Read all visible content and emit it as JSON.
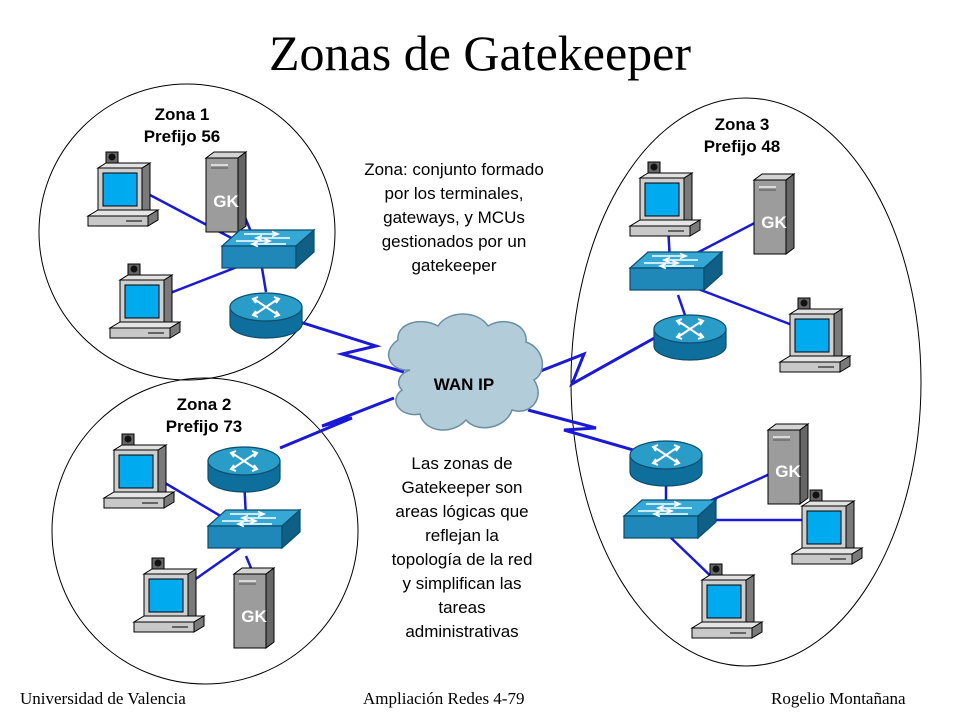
{
  "title": "Zonas de Gatekeeper",
  "zones": [
    {
      "name": "Zona 1",
      "prefix": "Prefijo 56"
    },
    {
      "name": "Zona 2",
      "prefix": "Prefijo 73"
    },
    {
      "name": "Zona 3",
      "prefix": "Prefijo 48"
    }
  ],
  "wan_label": "WAN IP",
  "gk_label": "GK",
  "note_top": [
    "Zona: conjunto formado",
    "por los terminales,",
    "gateways, y MCUs",
    "gestionados por un",
    "gatekeeper"
  ],
  "note_bottom": [
    "Las zonas de",
    "Gatekeeper son",
    "areas lógicas que",
    "reflejan la",
    "topología de la red",
    "y simplifican las",
    "tareas",
    "administrativas"
  ],
  "footer": {
    "left": "Universidad de Valencia",
    "center": "Ampliación Redes 4-79",
    "right": "Rogelio Montañana"
  },
  "colors": {
    "link": "#1a1ad6",
    "device": "#2a9cc8",
    "device_dark": "#0f5f86",
    "cloud": "#b3ccd9",
    "server": "#9a9a9a"
  }
}
